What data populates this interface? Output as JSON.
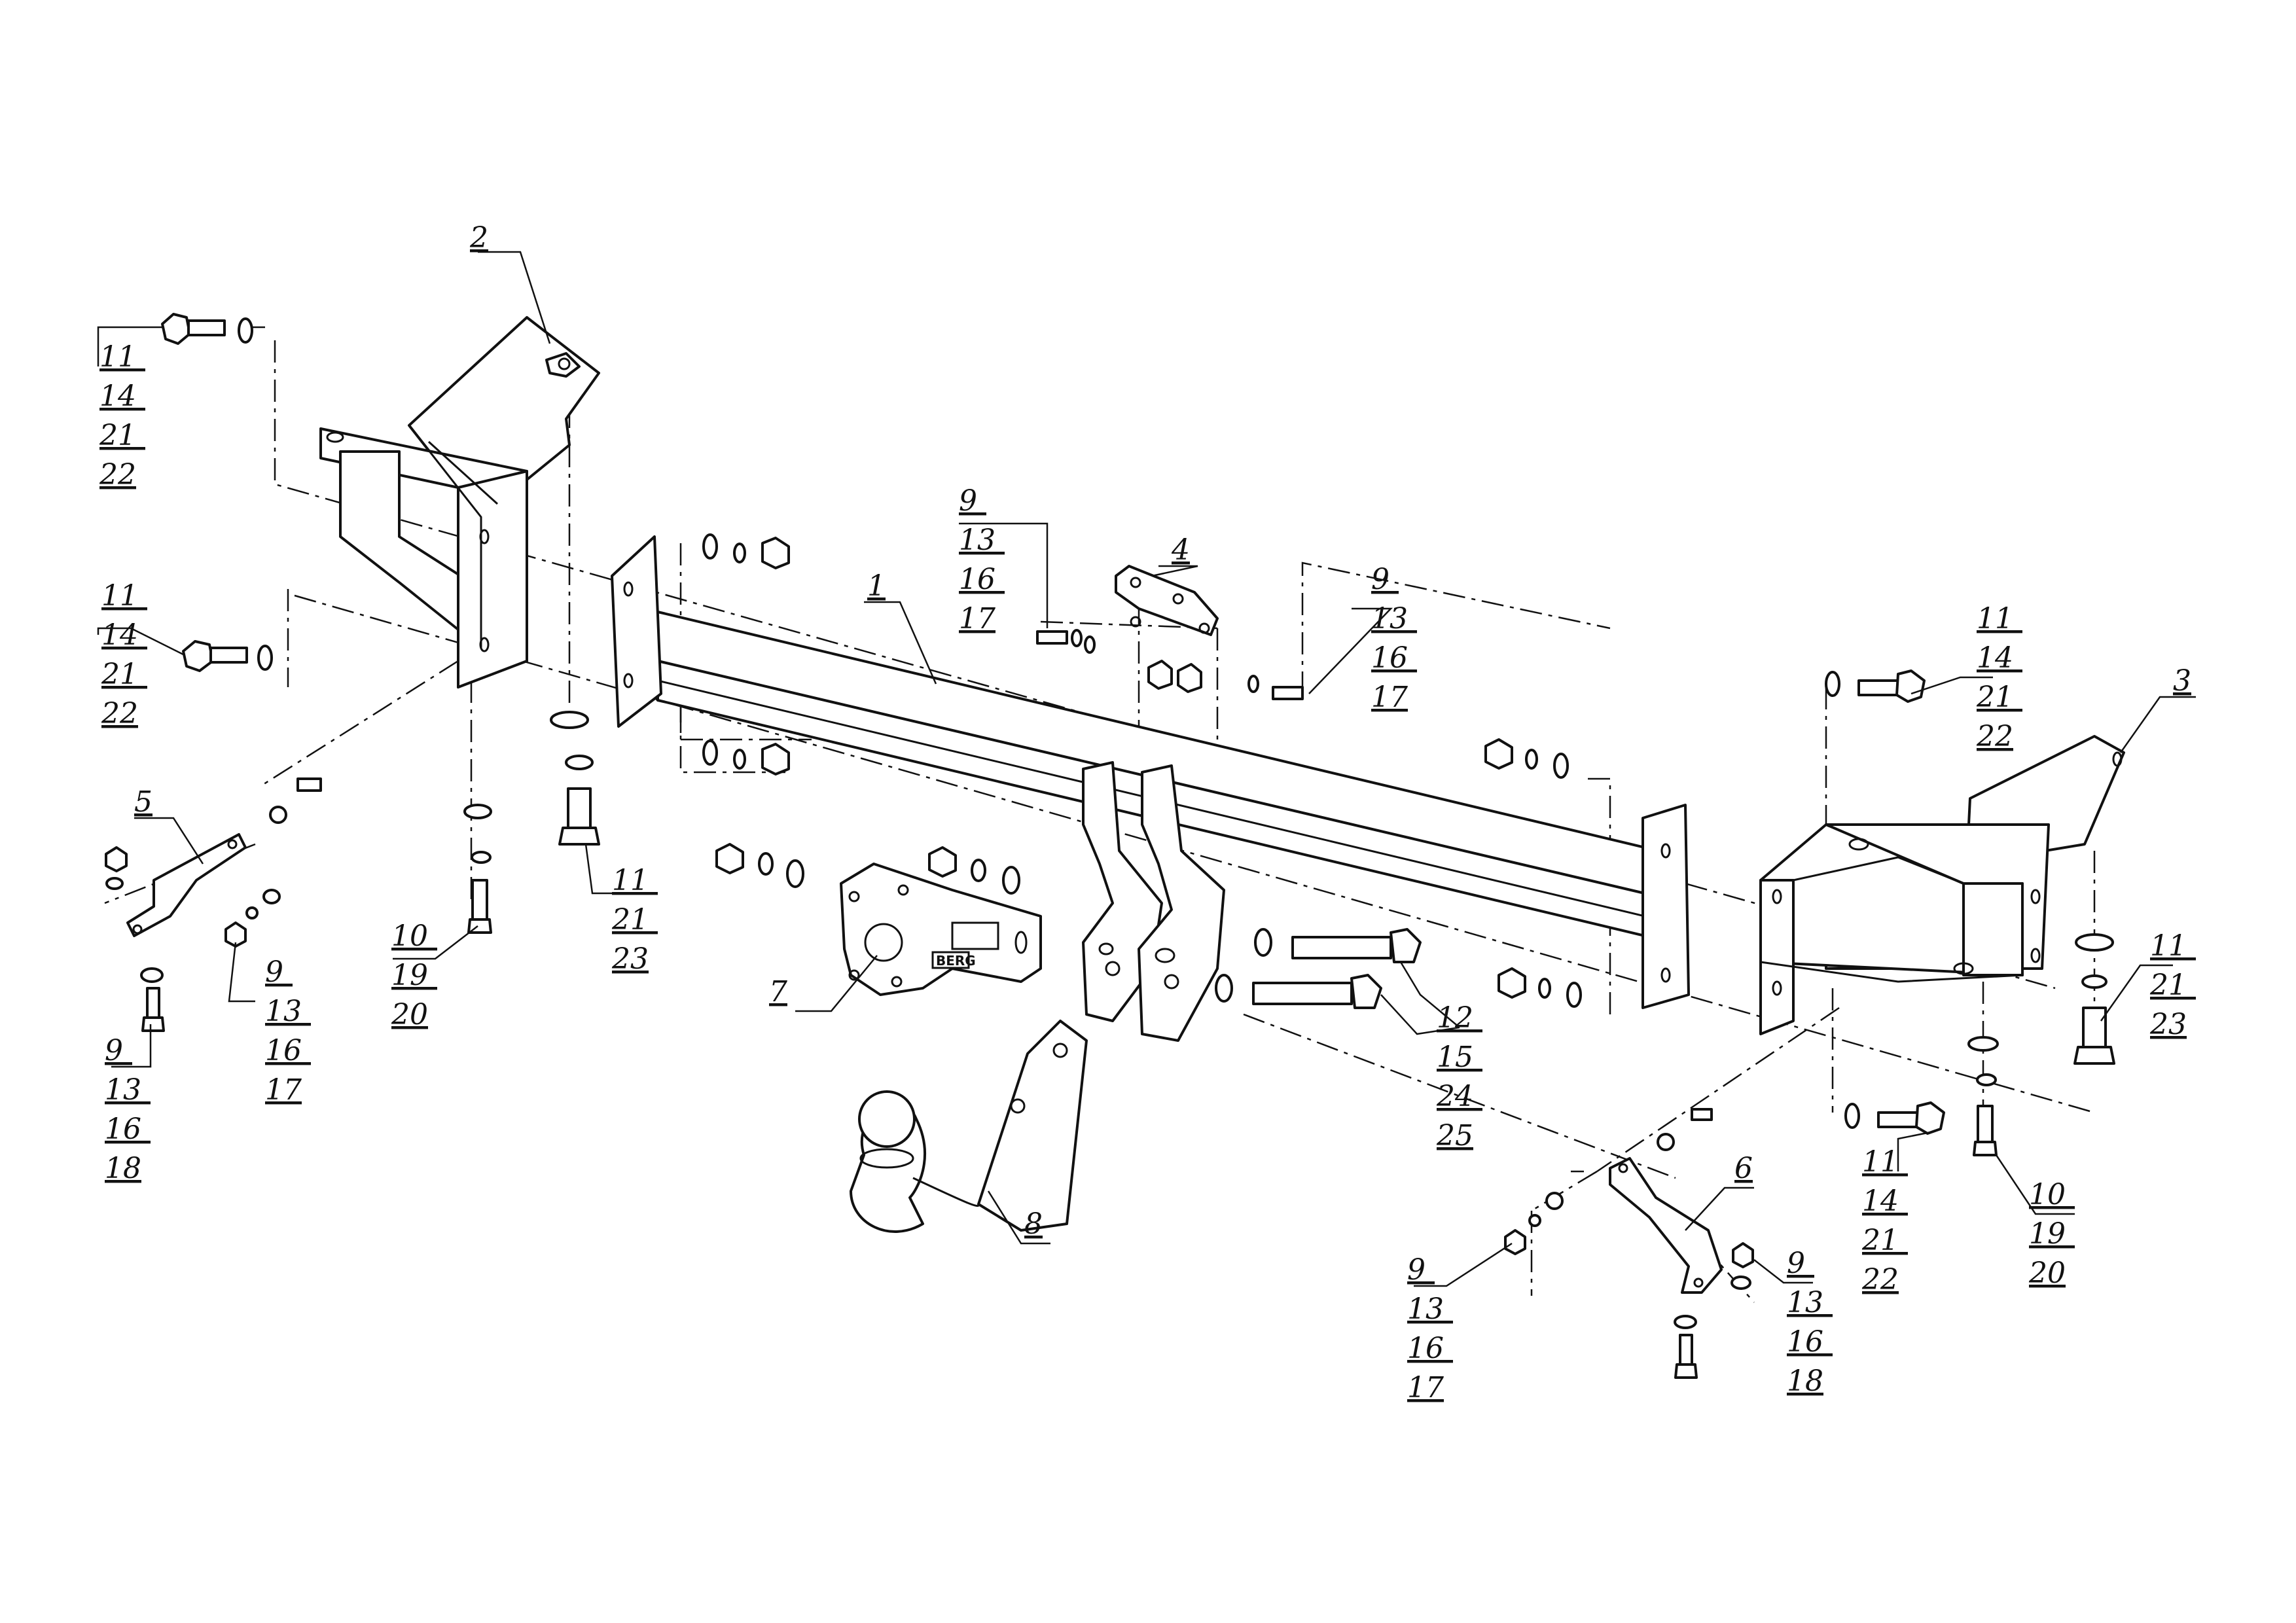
{
  "colors": {
    "line": "#111111",
    "paper": "#ffffff"
  },
  "logo_text": "BERG",
  "callouts": [
    {
      "id": "c-2",
      "lines": [
        "2"
      ]
    },
    {
      "id": "c-11-tl",
      "lines": [
        "11",
        "14",
        "21",
        "22"
      ]
    },
    {
      "id": "c-11-ml",
      "lines": [
        "11",
        "14",
        "21",
        "22"
      ]
    },
    {
      "id": "c-5",
      "lines": [
        "5"
      ]
    },
    {
      "id": "c-9-ll",
      "lines": [
        "9",
        "13",
        "16",
        "18"
      ]
    },
    {
      "id": "c-9-lm",
      "lines": [
        "9",
        "13",
        "16",
        "17"
      ]
    },
    {
      "id": "c-10-l",
      "lines": [
        "10",
        "19",
        "20"
      ]
    },
    {
      "id": "c-11-lc",
      "lines": [
        "11",
        "21",
        "23"
      ]
    },
    {
      "id": "c-1",
      "lines": [
        "1"
      ]
    },
    {
      "id": "c-9-tc",
      "lines": [
        "9",
        "13",
        "16",
        "17"
      ]
    },
    {
      "id": "c-4",
      "lines": [
        "4"
      ]
    },
    {
      "id": "c-9-tr",
      "lines": [
        "9",
        "13",
        "16",
        "17"
      ]
    },
    {
      "id": "c-7",
      "lines": [
        "7"
      ]
    },
    {
      "id": "c-8",
      "lines": [
        "8"
      ]
    },
    {
      "id": "c-12",
      "lines": [
        "12",
        "15",
        "24",
        "25"
      ]
    },
    {
      "id": "c-11-tr",
      "lines": [
        "11",
        "14",
        "21",
        "22"
      ]
    },
    {
      "id": "c-3",
      "lines": [
        "3"
      ]
    },
    {
      "id": "c-11-rr",
      "lines": [
        "11",
        "21",
        "23"
      ]
    },
    {
      "id": "c-11-br",
      "lines": [
        "11",
        "14",
        "21",
        "22"
      ]
    },
    {
      "id": "c-10-r",
      "lines": [
        "10",
        "19",
        "20"
      ]
    },
    {
      "id": "c-6",
      "lines": [
        "6"
      ]
    },
    {
      "id": "c-9-bl",
      "lines": [
        "9",
        "13",
        "16",
        "17"
      ]
    },
    {
      "id": "c-9-br",
      "lines": [
        "9",
        "13",
        "16",
        "18"
      ]
    }
  ]
}
